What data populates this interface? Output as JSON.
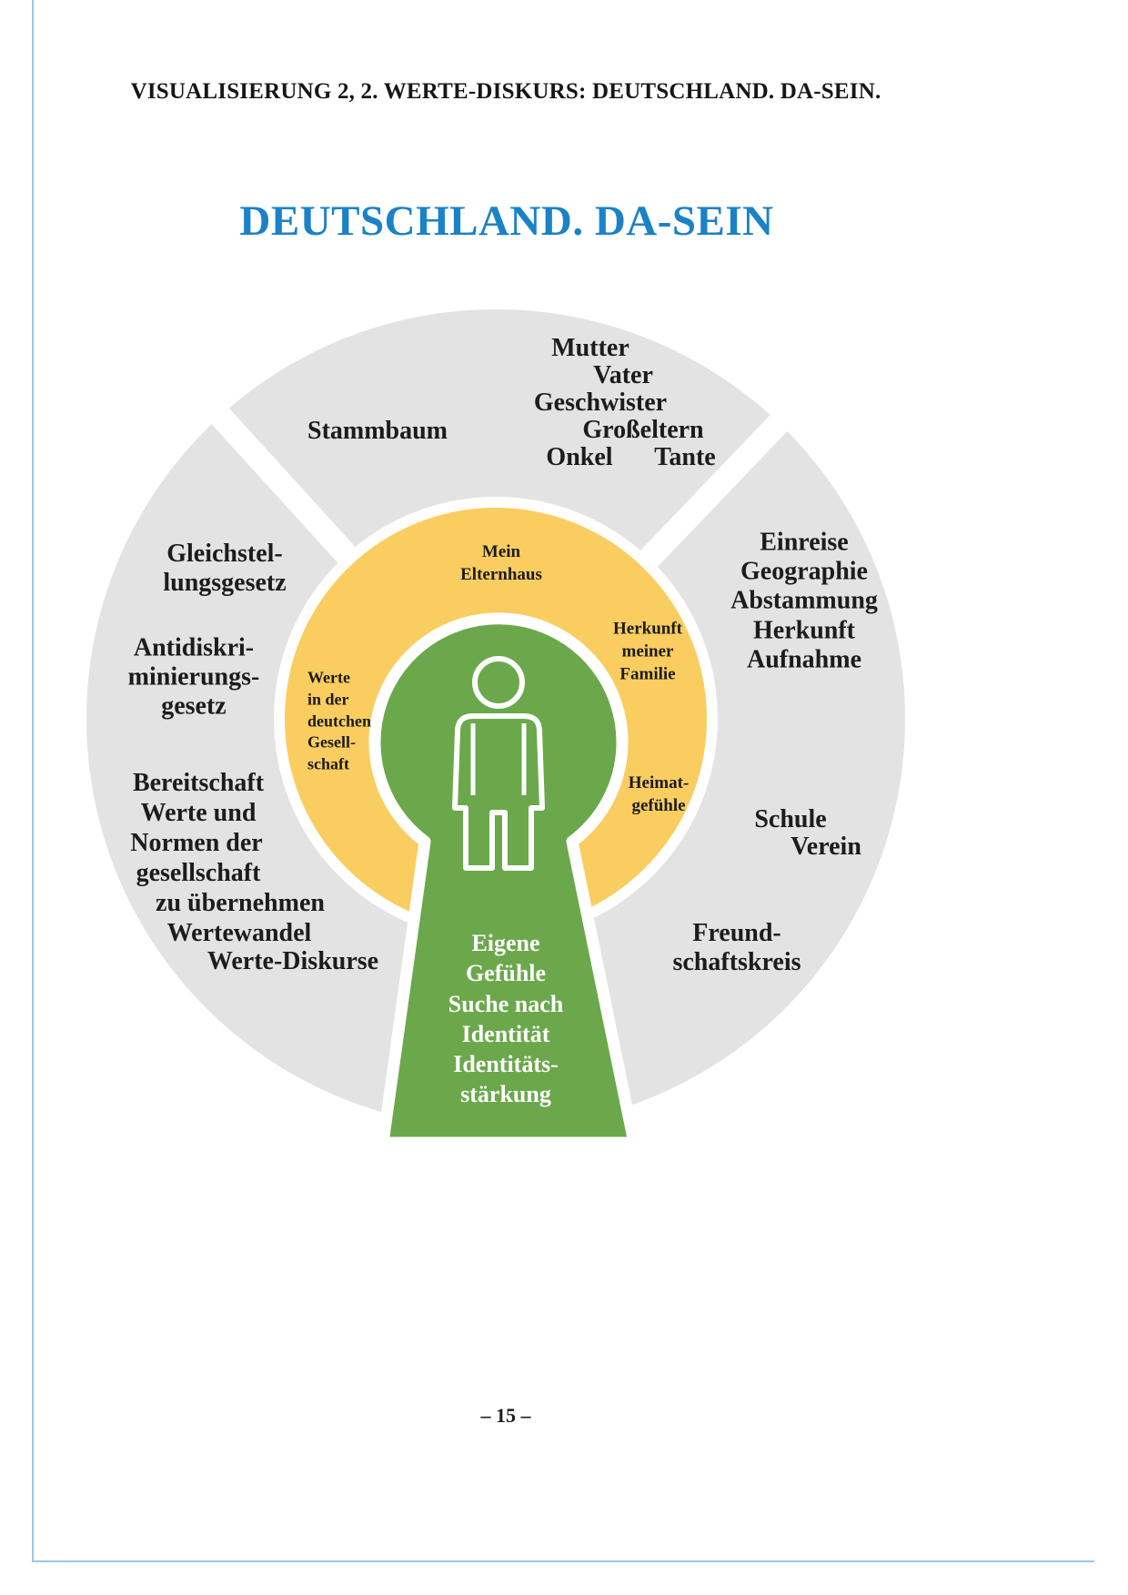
{
  "page": {
    "header": "VISUALISIERUNG 2, 2. WERTE-DISKURS: DEUTSCHLAND. DA-SEIN.",
    "title": "DEUTSCHLAND. DA-SEIN",
    "footer": "– 15 –"
  },
  "colors": {
    "title_blue": "#1A82C6",
    "ring_gray": "#E3E3E3",
    "middle_yellow": "#FACD60",
    "keyhole_green": "#6BA84C",
    "text_dark": "#1C1C1C",
    "frame_blue": "#9FC5E8"
  },
  "diagram": {
    "top_segment": {
      "stammbaum": "Stammbaum",
      "family": [
        "Mutter",
        "Vater",
        "Geschwister",
        "Großeltern",
        "Onkel",
        "Tante"
      ]
    },
    "left_segment": {
      "gleichstellung": "Gleichstel-\nlungsgesetz",
      "antidiskriminierung": "Antidiskri-\nminierungs-\ngesetz",
      "bereitschaft": [
        "Bereitschaft",
        "Werte und",
        "Normen der",
        "gesellschaft",
        "zu übernehmen",
        "Wertewandel",
        "Werte-Diskurse"
      ]
    },
    "right_segment": {
      "einreise": "Einreise\nGeographie\nAbstammung\nHerkunft\nAufnahme",
      "schule": "Schule",
      "verein": "Verein",
      "freundschaft": "Freund-\nschaftskreis"
    },
    "middle_ring": {
      "elternhaus": "Mein\nElternhaus",
      "werte": "Werte\nin der\ndeutchen\nGesell-\nschaft",
      "herkunft": "Herkunft\nmeiner\nFamilie",
      "heimat": "Heimat-\ngefühle"
    },
    "center": {
      "identity": "Eigene\nGefühle\nSuche nach\nIdentität\nIdentitäts-\nstärkung"
    }
  }
}
